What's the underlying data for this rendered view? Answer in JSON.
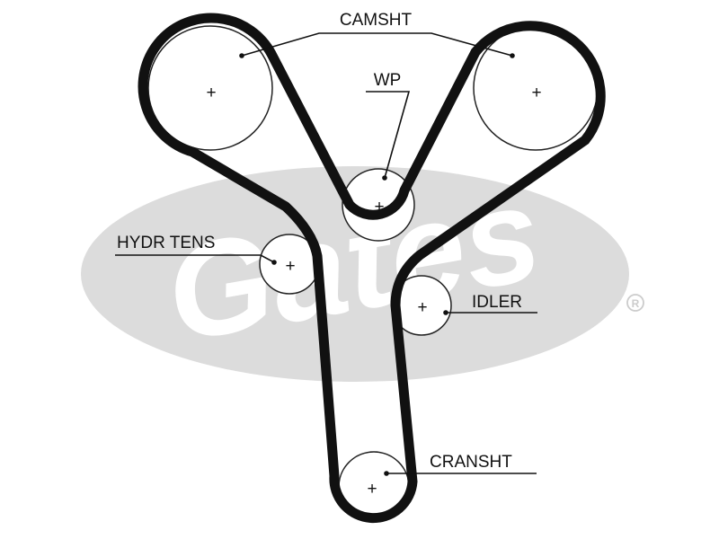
{
  "watermark": {
    "brand": "Gates",
    "registered_mark": "®",
    "color": "#d9d9d9"
  },
  "colors": {
    "belt": "#111111",
    "pulley_fill": "#ffffff",
    "pulley_stroke": "#222222",
    "label": "#111111"
  },
  "labels": {
    "camshaft": "CAMSHT",
    "water_pump": "WP",
    "hydraulic_tensioner": "HYDR TENS",
    "idler": "IDLER",
    "crankshaft": "CRANSHT"
  },
  "pulley_marker": "+"
}
